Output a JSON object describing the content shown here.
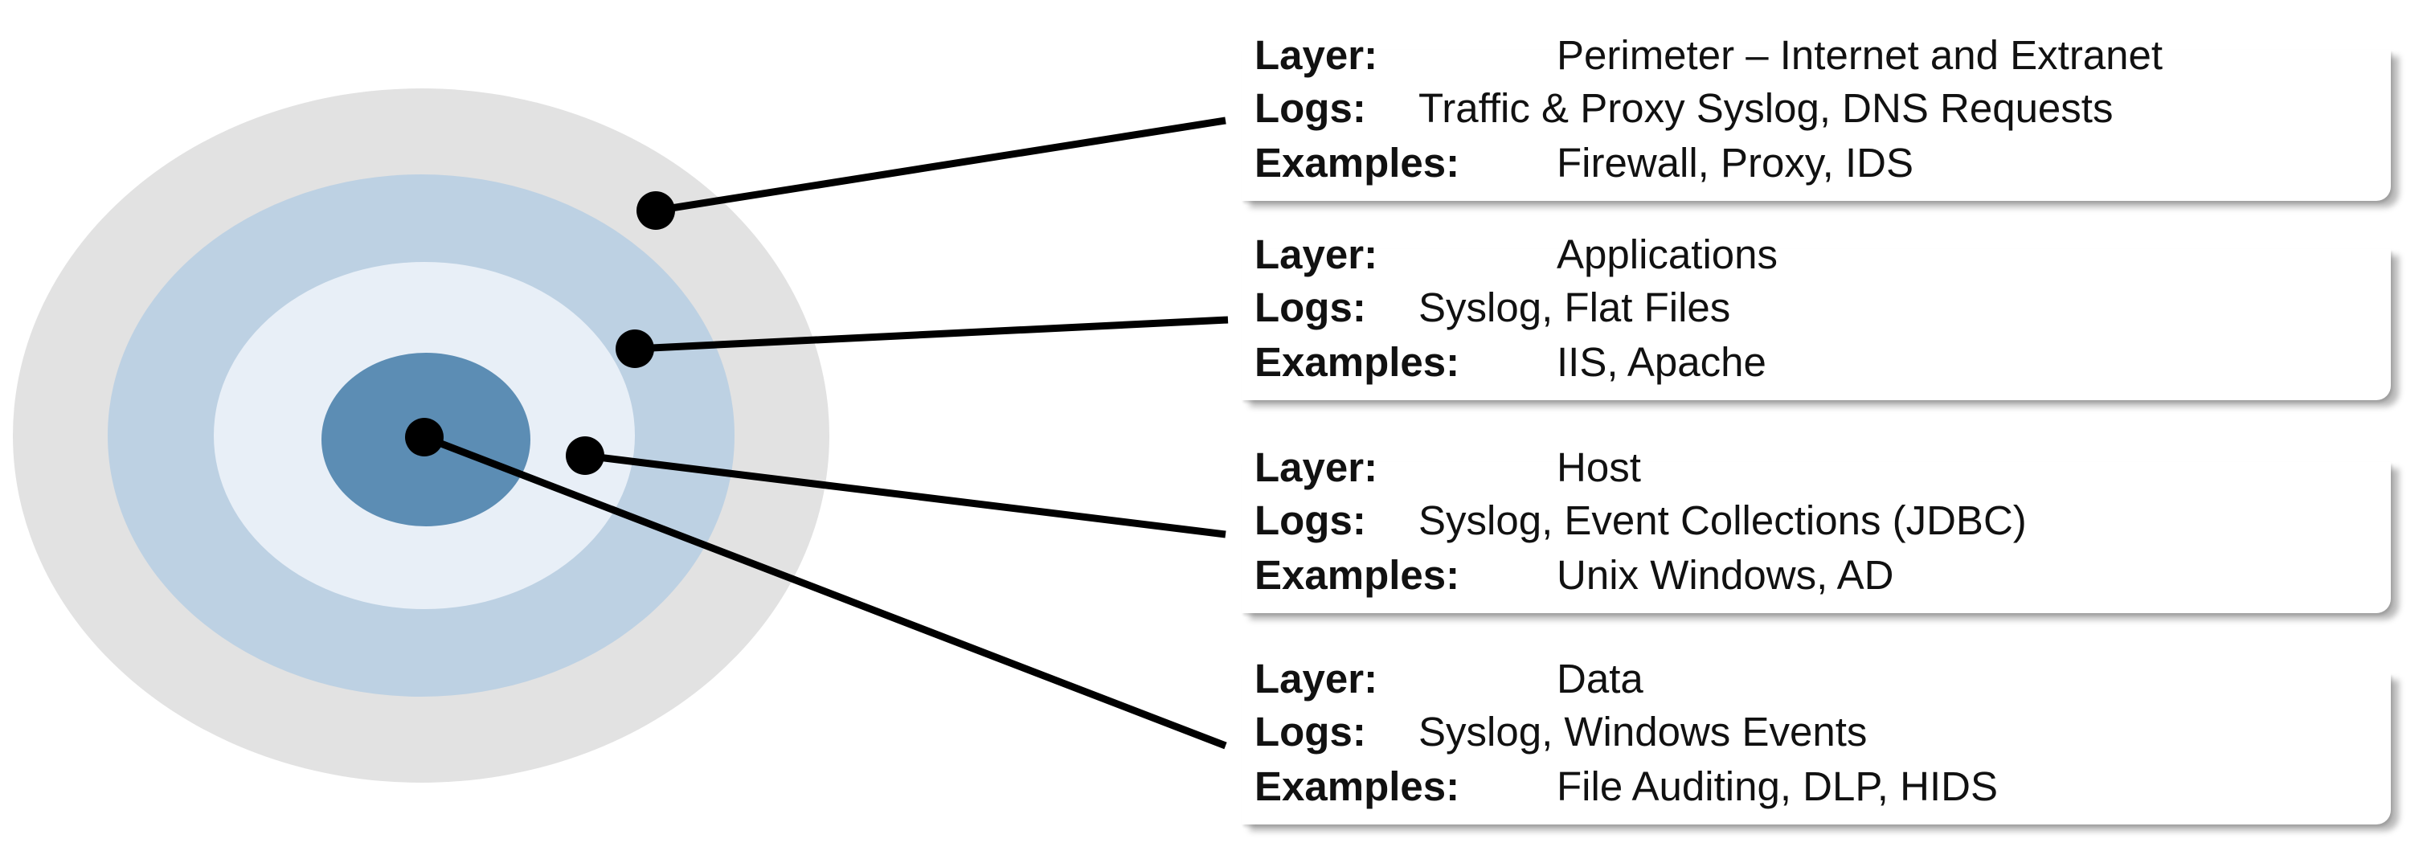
{
  "colors": {
    "ring_outer": "#e2e2e2",
    "ring_second": "#bdd1e3",
    "ring_third": "#e8eff7",
    "ring_core": "#5c8db4",
    "connector": "#000000"
  },
  "labels": {
    "layer": "Layer:",
    "logs": "Logs:",
    "examples": "Examples:"
  },
  "layers": [
    {
      "layer": "Perimeter – Internet and Extranet",
      "logs": "Traffic & Proxy Syslog, DNS Requests",
      "examples": "Firewall, Proxy, IDS"
    },
    {
      "layer": "Applications",
      "logs": "Syslog, Flat Files",
      "examples": "IIS, Apache"
    },
    {
      "layer": "Host",
      "logs": "Syslog, Event Collections (JDBC)",
      "examples": "Unix Windows, AD"
    },
    {
      "layer": "Data",
      "logs": "Syslog, Windows Events",
      "examples": "File Auditing, DLP, HIDS"
    }
  ]
}
